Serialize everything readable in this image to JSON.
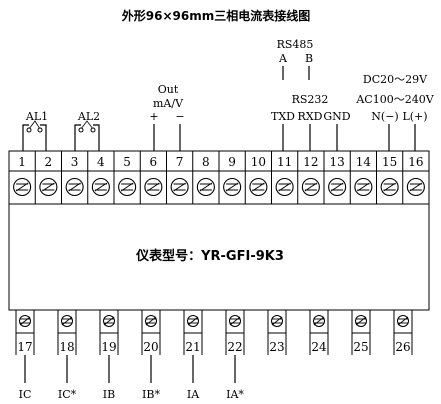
{
  "title": "外形96×96mm三相电流表接线图",
  "model_label": "仪表型号：YR-GFI-9K3",
  "top_terminals": [
    "1",
    "2",
    "3",
    "4",
    "5",
    "6",
    "7",
    "8",
    "9",
    "10",
    "11",
    "12",
    "13",
    "14",
    "15",
    "16"
  ],
  "bottom_terminals": [
    "17",
    "18",
    "19",
    "20",
    "21",
    "22",
    "23",
    "24",
    "25",
    "26"
  ],
  "relays": [
    {
      "label": "AL1"
    },
    {
      "label": "AL2"
    }
  ],
  "analog_output": {
    "line1": "Out",
    "line2": "mA/V",
    "plus": "+",
    "minus": "−"
  },
  "rs485": {
    "title": "RS485",
    "a": "A",
    "b": "B"
  },
  "rs232": {
    "title": "RS232",
    "txd": "TXD",
    "rxd": "RXD",
    "gnd": "GND"
  },
  "power": {
    "line1": "DC20～29V",
    "line2": "AC100～240V",
    "neutral": "N(−)",
    "live": "L(+)"
  },
  "current_inputs": [
    "IC",
    "IC*",
    "IB",
    "IB*",
    "IA",
    "IA*"
  ]
}
